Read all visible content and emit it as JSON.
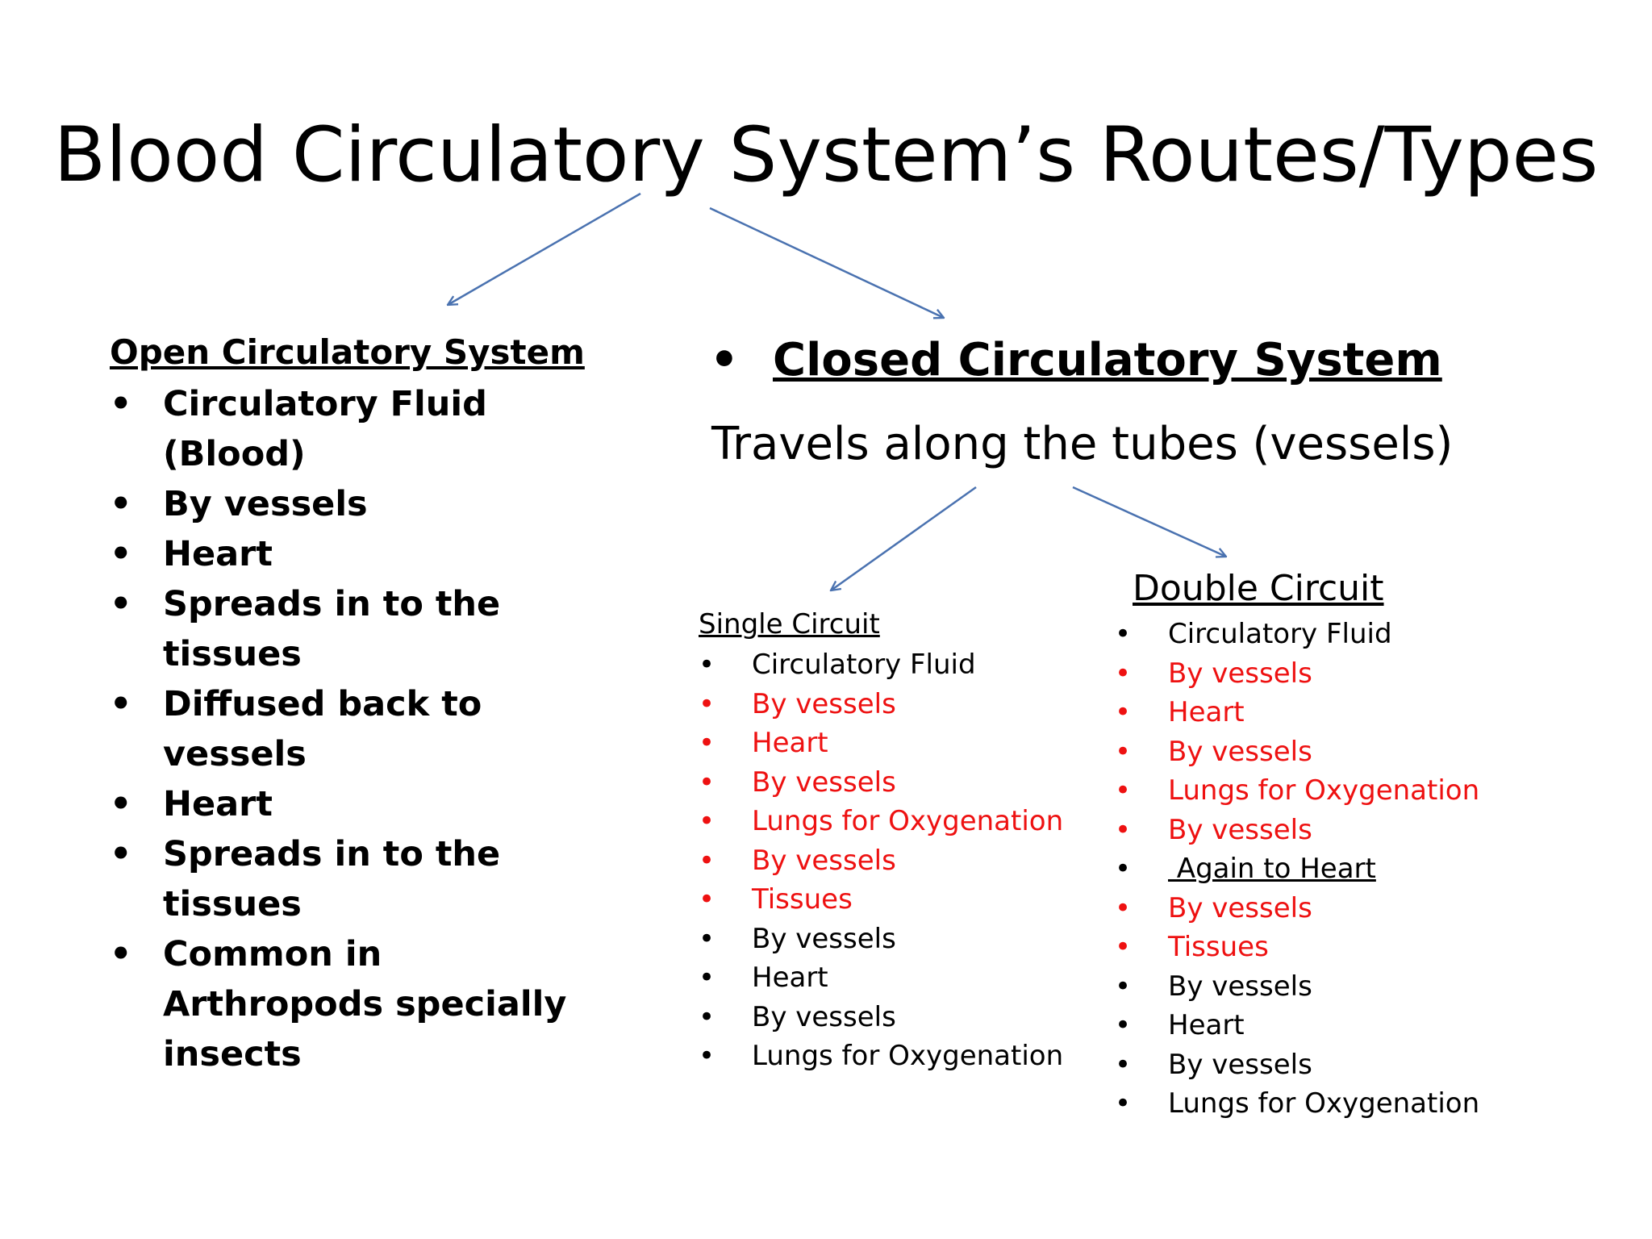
{
  "title": "Blood Circulatory System’s Routes/Types",
  "colors": {
    "text": "#000000",
    "highlight": "#ee1111",
    "arrow": "#4a72b0"
  },
  "open_system": {
    "heading": "Open Circulatory System",
    "items": [
      "Circulatory Fluid (Blood)",
      "By vessels",
      "Heart",
      "Spreads in to the tissues",
      "Diffused back to vessels",
      "Heart",
      "Spreads in to the tissues",
      "Common in Arthropods specially insects"
    ]
  },
  "closed_system": {
    "bullet": "•",
    "heading": "Closed Circulatory System",
    "subtitle": "Travels along the tubes (vessels)"
  },
  "single_circuit": {
    "heading": "Single Circuit",
    "items": [
      {
        "text": "Circulatory Fluid",
        "red": false
      },
      {
        "text": "By vessels",
        "red": true
      },
      {
        "text": "Heart",
        "red": true
      },
      {
        "text": "By vessels",
        "red": true
      },
      {
        "text": "Lungs for Oxygenation",
        "red": true
      },
      {
        "text": "By vessels",
        "red": true
      },
      {
        "text": "Tissues",
        "red": true
      },
      {
        "text": "By vessels",
        "red": false
      },
      {
        "text": "Heart",
        "red": false
      },
      {
        "text": "By vessels",
        "red": false
      },
      {
        "text": "Lungs for Oxygenation",
        "red": false
      }
    ]
  },
  "double_circuit": {
    "heading": "Double Circuit",
    "items": [
      {
        "text": "Circulatory Fluid",
        "red": false
      },
      {
        "text": "By vessels",
        "red": true
      },
      {
        "text": "Heart",
        "red": true
      },
      {
        "text": "By vessels",
        "red": true
      },
      {
        "text": "Lungs for Oxygenation",
        "red": true
      },
      {
        "text": "By vessels",
        "red": true
      },
      {
        "text": " Again to Heart",
        "red": false,
        "underline": true
      },
      {
        "text": "By vessels",
        "red": true
      },
      {
        "text": "Tissues",
        "red": true
      },
      {
        "text": "By vessels",
        "red": false
      },
      {
        "text": "Heart",
        "red": false
      },
      {
        "text": "By vessels",
        "red": false
      },
      {
        "text": "Lungs for Oxygenation",
        "red": false
      }
    ]
  }
}
